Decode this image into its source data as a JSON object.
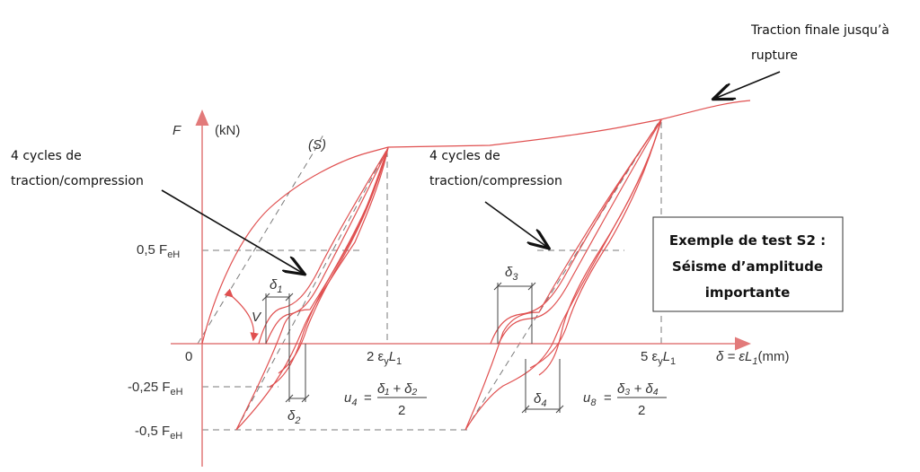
{
  "annotations": {
    "top_right_line1": "Traction finale jusqu’à",
    "top_right_line2": "rupture",
    "left_line1": "4 cycles de",
    "left_line2": "traction/compression",
    "mid_line1": "4 cycles de",
    "mid_line2": "traction/compression"
  },
  "info_box": {
    "line1": "Exemple de test S2 :",
    "line2": "Séisme d’amplitude",
    "line3": "importante"
  },
  "axes": {
    "y_symbol": "F",
    "y_unit": "(kN)",
    "x_label": "δ = εL",
    "x_label_sub": "1",
    "x_unit": "(mm)",
    "origin": "0",
    "curve_label": "(S)",
    "v_label": "V"
  },
  "ticks": {
    "y_half": {
      "prefix": "0,5 F",
      "sub": "eH"
    },
    "y_neg_quarter": {
      "prefix": "-0,25 F",
      "sub": "eH"
    },
    "y_neg_half": {
      "prefix": "-0,5 F",
      "sub": "eH"
    },
    "x_2": {
      "prefix": "2 ε",
      "sub1": "y",
      "mid": "L",
      "sub2": "1"
    },
    "x_5": {
      "prefix": "5 ε",
      "sub1": "y",
      "mid": "L",
      "sub2": "1"
    }
  },
  "deltas": {
    "d1": "δ",
    "d1_sub": "1",
    "d2": "δ",
    "d2_sub": "2",
    "d3": "δ",
    "d3_sub": "3",
    "d4": "δ",
    "d4_sub": "4"
  },
  "formulas": {
    "u4_lhs": "u",
    "u4_sub": "4",
    "u4_eq": "=",
    "u4_num": "δ₁ + δ₂",
    "u4_den": "2",
    "u8_lhs": "u",
    "u8_sub": "8",
    "u8_eq": "=",
    "u8_num": "δ₃ + δ₄",
    "u8_den": "2"
  },
  "colors": {
    "curve": "#e05050",
    "axis": "#e27a7a",
    "guide": "#7a7a7a",
    "text": "#333333",
    "arrow": "#111111"
  }
}
